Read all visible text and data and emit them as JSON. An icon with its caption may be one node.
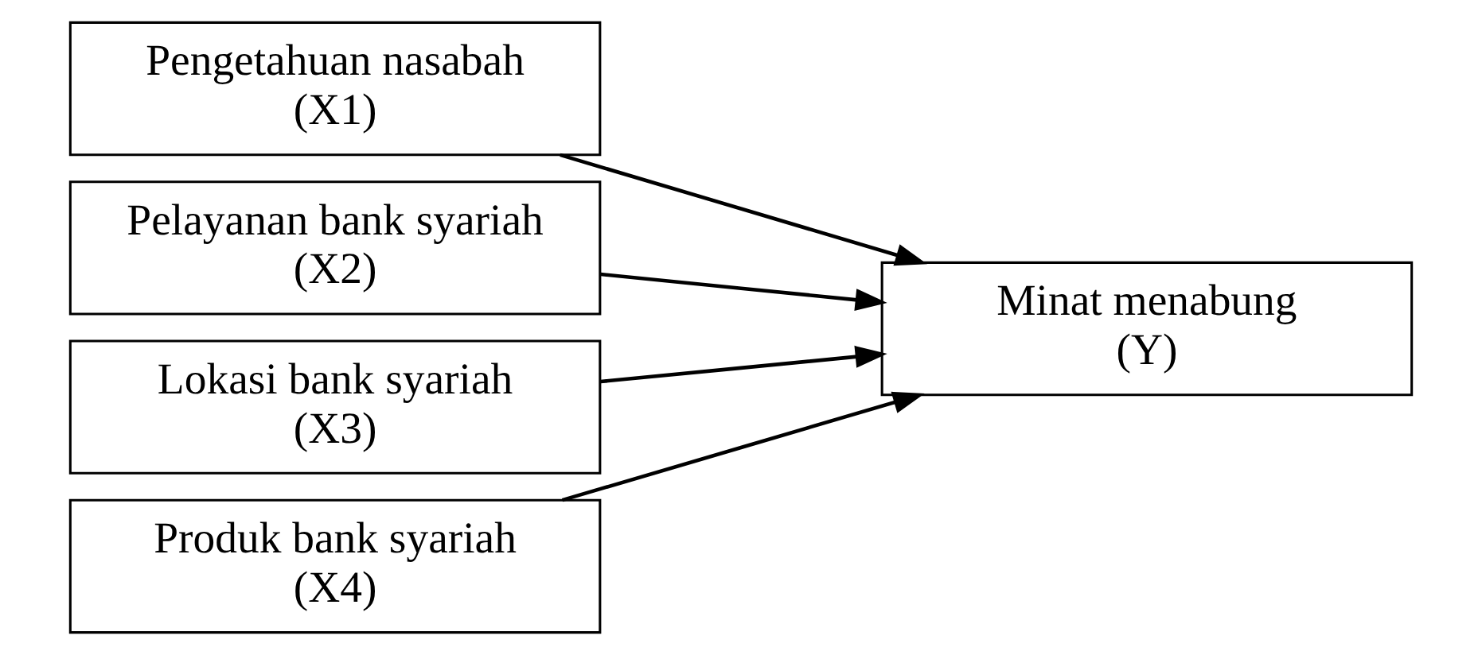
{
  "diagram": {
    "nodes": [
      {
        "text": [
          "Pengetahuan nasabah (X1)"
        ]
      },
      {
        "text": [
          "Pelayanan bank syariah (X2)"
        ]
      },
      {
        "text": [
          "Lokasi bank syariah (X3)"
        ]
      },
      {
        "text": [
          "Produk bank syariah (X4)"
        ]
      },
      {
        "text": [
          "Minat menabung (Y)"
        ]
      }
    ],
    "edges": [
      {
        "from": 0,
        "to": 4,
        "arrow": "to"
      },
      {
        "from": 1,
        "to": 4,
        "arrow": "to"
      },
      {
        "from": 2,
        "to": 4,
        "arrow": "to"
      },
      {
        "from": 3,
        "to": 4,
        "arrow": "to"
      }
    ]
  }
}
